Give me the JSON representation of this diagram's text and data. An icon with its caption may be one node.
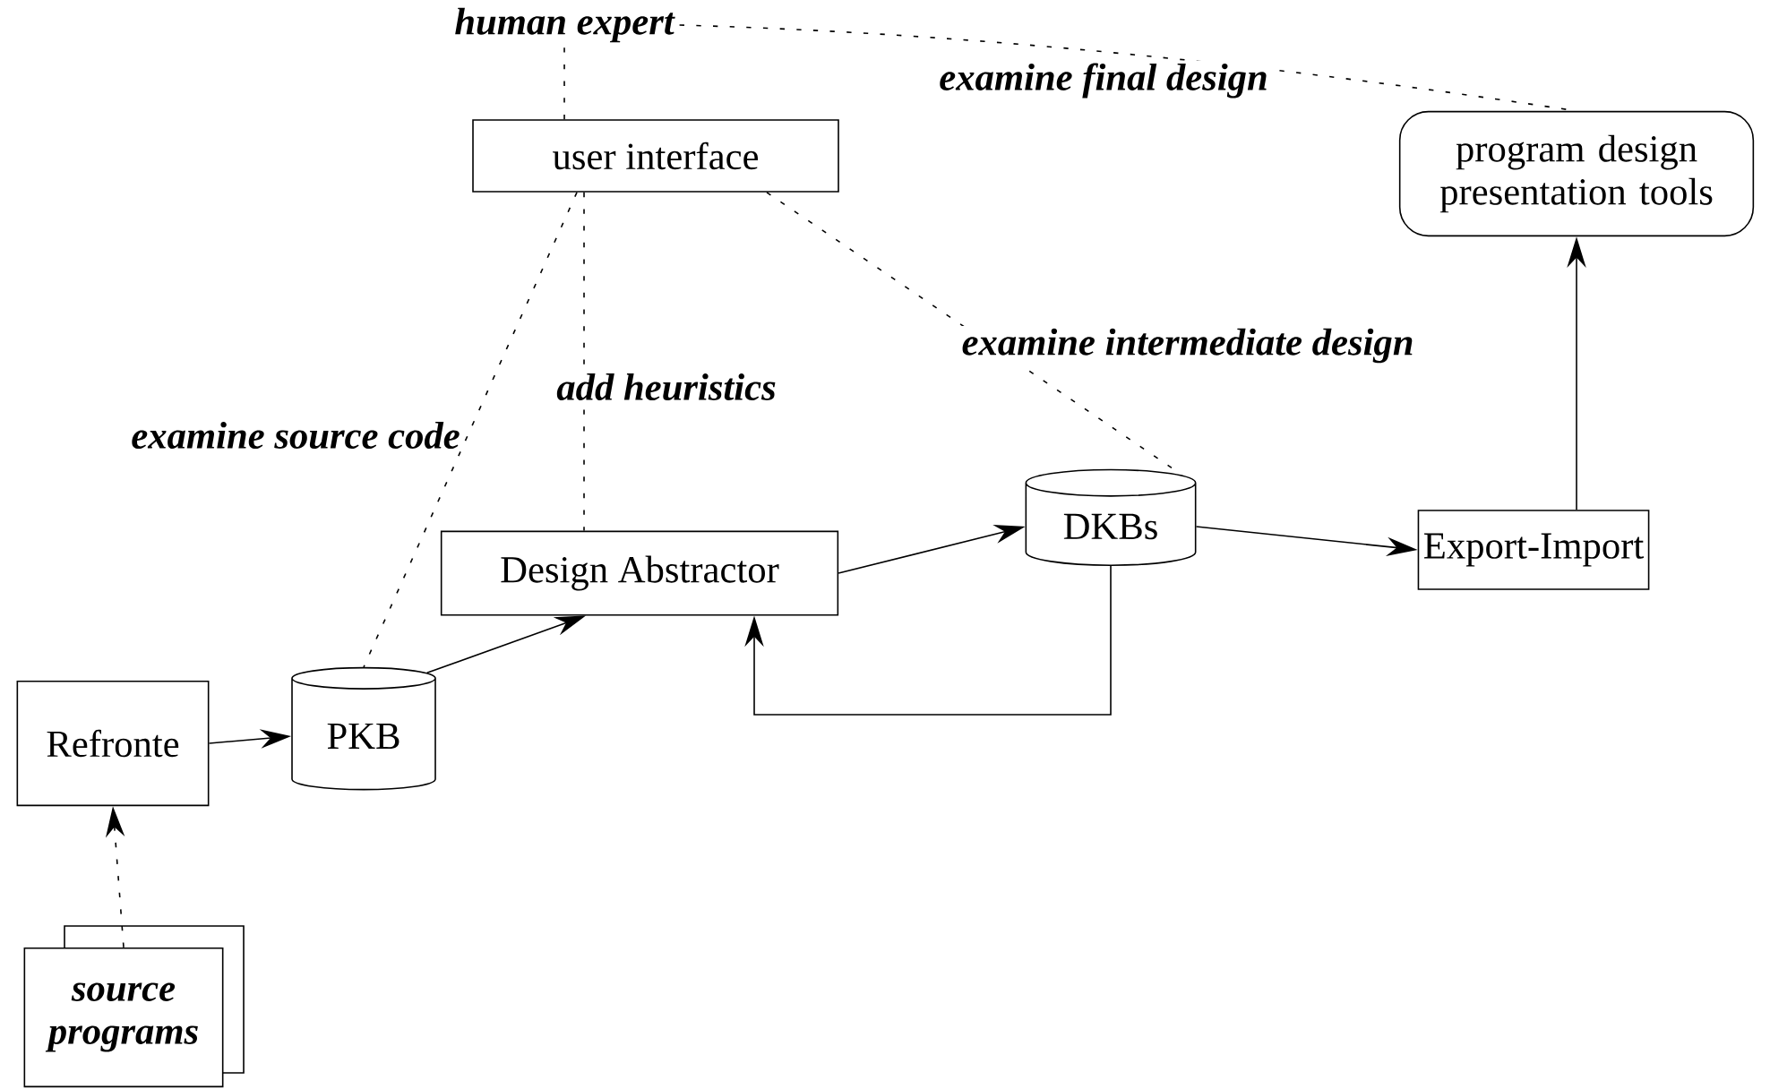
{
  "diagram": {
    "nodes": [
      {
        "text": [
          "human expert"
        ]
      },
      {
        "text": [
          "user interface"
        ]
      },
      {
        "text": [
          "program design presentation tools"
        ]
      },
      {
        "text": [
          "Design Abstractor"
        ]
      },
      {
        "text": [
          "DKBs"
        ]
      },
      {
        "text": [
          "Export-Import"
        ]
      },
      {
        "text": [
          "Refronte"
        ]
      },
      {
        "text": [
          "PKB"
        ]
      },
      {
        "text": [
          "source programs"
        ]
      }
    ],
    "edges": [
      {
        "from": 0,
        "to": 1,
        "arrow": "none",
        "style": "dashed"
      },
      {
        "from": 0,
        "to": 2,
        "arrow": "none",
        "style": "dashed",
        "label": "examine final design"
      },
      {
        "from": 1,
        "to": 7,
        "arrow": "none",
        "style": "dashed",
        "label": "examine source code"
      },
      {
        "from": 1,
        "to": 3,
        "arrow": "none",
        "style": "dashed",
        "label": "add heuristics"
      },
      {
        "from": 1,
        "to": 4,
        "arrow": "none",
        "style": "dashed",
        "label": "examine intermediate design"
      },
      {
        "from": 3,
        "to": 4,
        "arrow": "to"
      },
      {
        "from": 4,
        "to": 5,
        "arrow": "to"
      },
      {
        "from": 5,
        "to": 2,
        "arrow": "to"
      },
      {
        "from": 4,
        "to": 3,
        "arrow": "to"
      },
      {
        "from": 6,
        "to": 7,
        "arrow": "to"
      },
      {
        "from": 7,
        "to": 3,
        "arrow": "to"
      },
      {
        "from": 8,
        "to": 6,
        "arrow": "to",
        "style": "dashed"
      }
    ]
  }
}
